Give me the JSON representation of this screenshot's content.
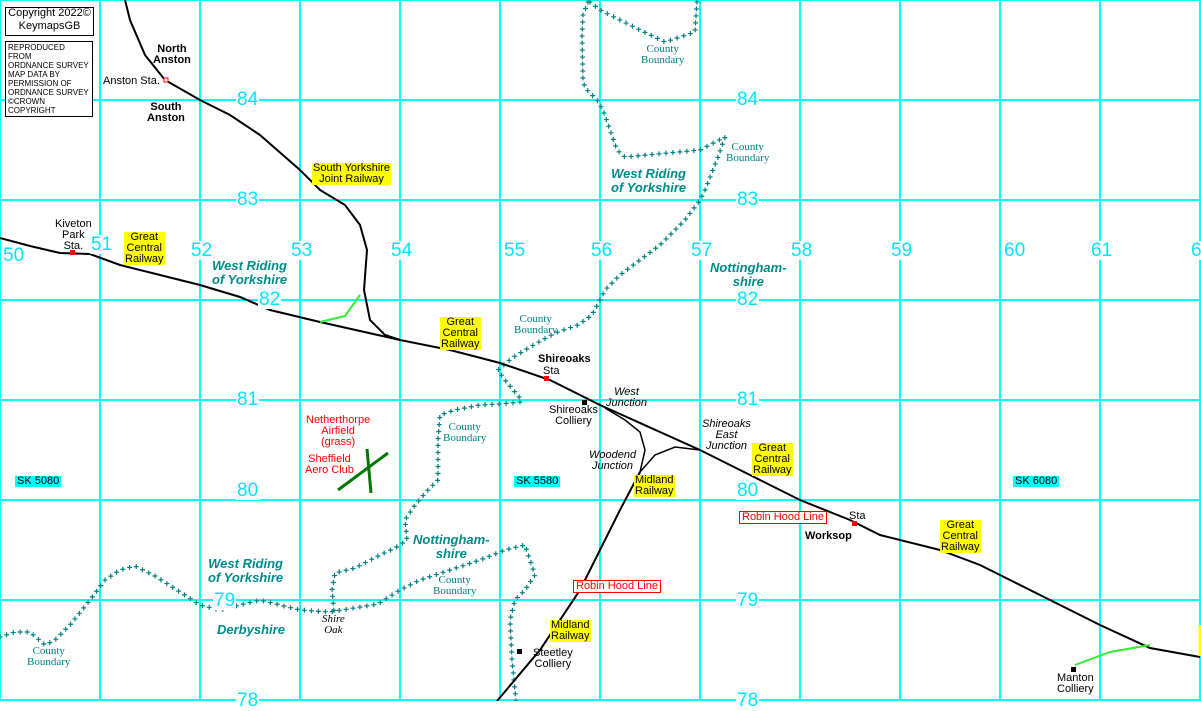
{
  "copyright": {
    "line1": "Copyright 2022©",
    "line2": "KeymapsGB"
  },
  "reproduced": "REPRODUCED FROM\nORDNANCE SURVEY\nMAP DATA BY\nPERMISSION OF\nORDNANCE SURVEY\n©CROWN COPYRIGHT",
  "colors": {
    "grid": "#00ffff",
    "boundary": "#008080",
    "railway": "#000000",
    "disused": "#33ee33",
    "airfield": "#007700",
    "station": "#ff0000"
  },
  "eastings": [
    "50",
    "51",
    "52",
    "53",
    "54",
    "55",
    "56",
    "57",
    "58",
    "59",
    "60",
    "61",
    "6"
  ],
  "northings": [
    "84",
    "83",
    "82",
    "81",
    "80",
    "79",
    "78"
  ],
  "grid_refs": [
    "SK 5080",
    "SK 5580",
    "SK 6080"
  ],
  "places": {
    "north_anston": "North\nAnston",
    "south_anston": "South\nAnston",
    "anston_sta": "Anston Sta.",
    "kiveton": "Kiveton\nPark\nSta.",
    "shireoaks": "Shireoaks",
    "shireoaks_sta": "Sta",
    "shireoaks_colliery": "Shireoaks\nColliery",
    "worksop": "Worksop",
    "worksop_sta": "Sta",
    "steetley": "Steetley\nColliery",
    "manton": "Manton\nColliery",
    "shire_oak": "Shire\nOak",
    "netherthorpe": "Netherthorpe\nAirfield\n(grass)",
    "aero_club": "Sheffield\nAero Club"
  },
  "junctions": {
    "west": "West\nJunction",
    "east": "Shireoaks\nEast\nJunction",
    "woodend": "Woodend\nJunction"
  },
  "railways": {
    "syjr": "South Yorkshire\nJoint Railway",
    "gcr": "Great\nCentral\nRailway",
    "midland": "Midland\nRailway",
    "robin_hood": "Robin Hood Line"
  },
  "regions": {
    "wry": "West Riding\nof Yorkshire",
    "notts": "Nottingham-\nshire",
    "derbyshire": "Derbyshire",
    "county_boundary": "County\nBoundary"
  }
}
